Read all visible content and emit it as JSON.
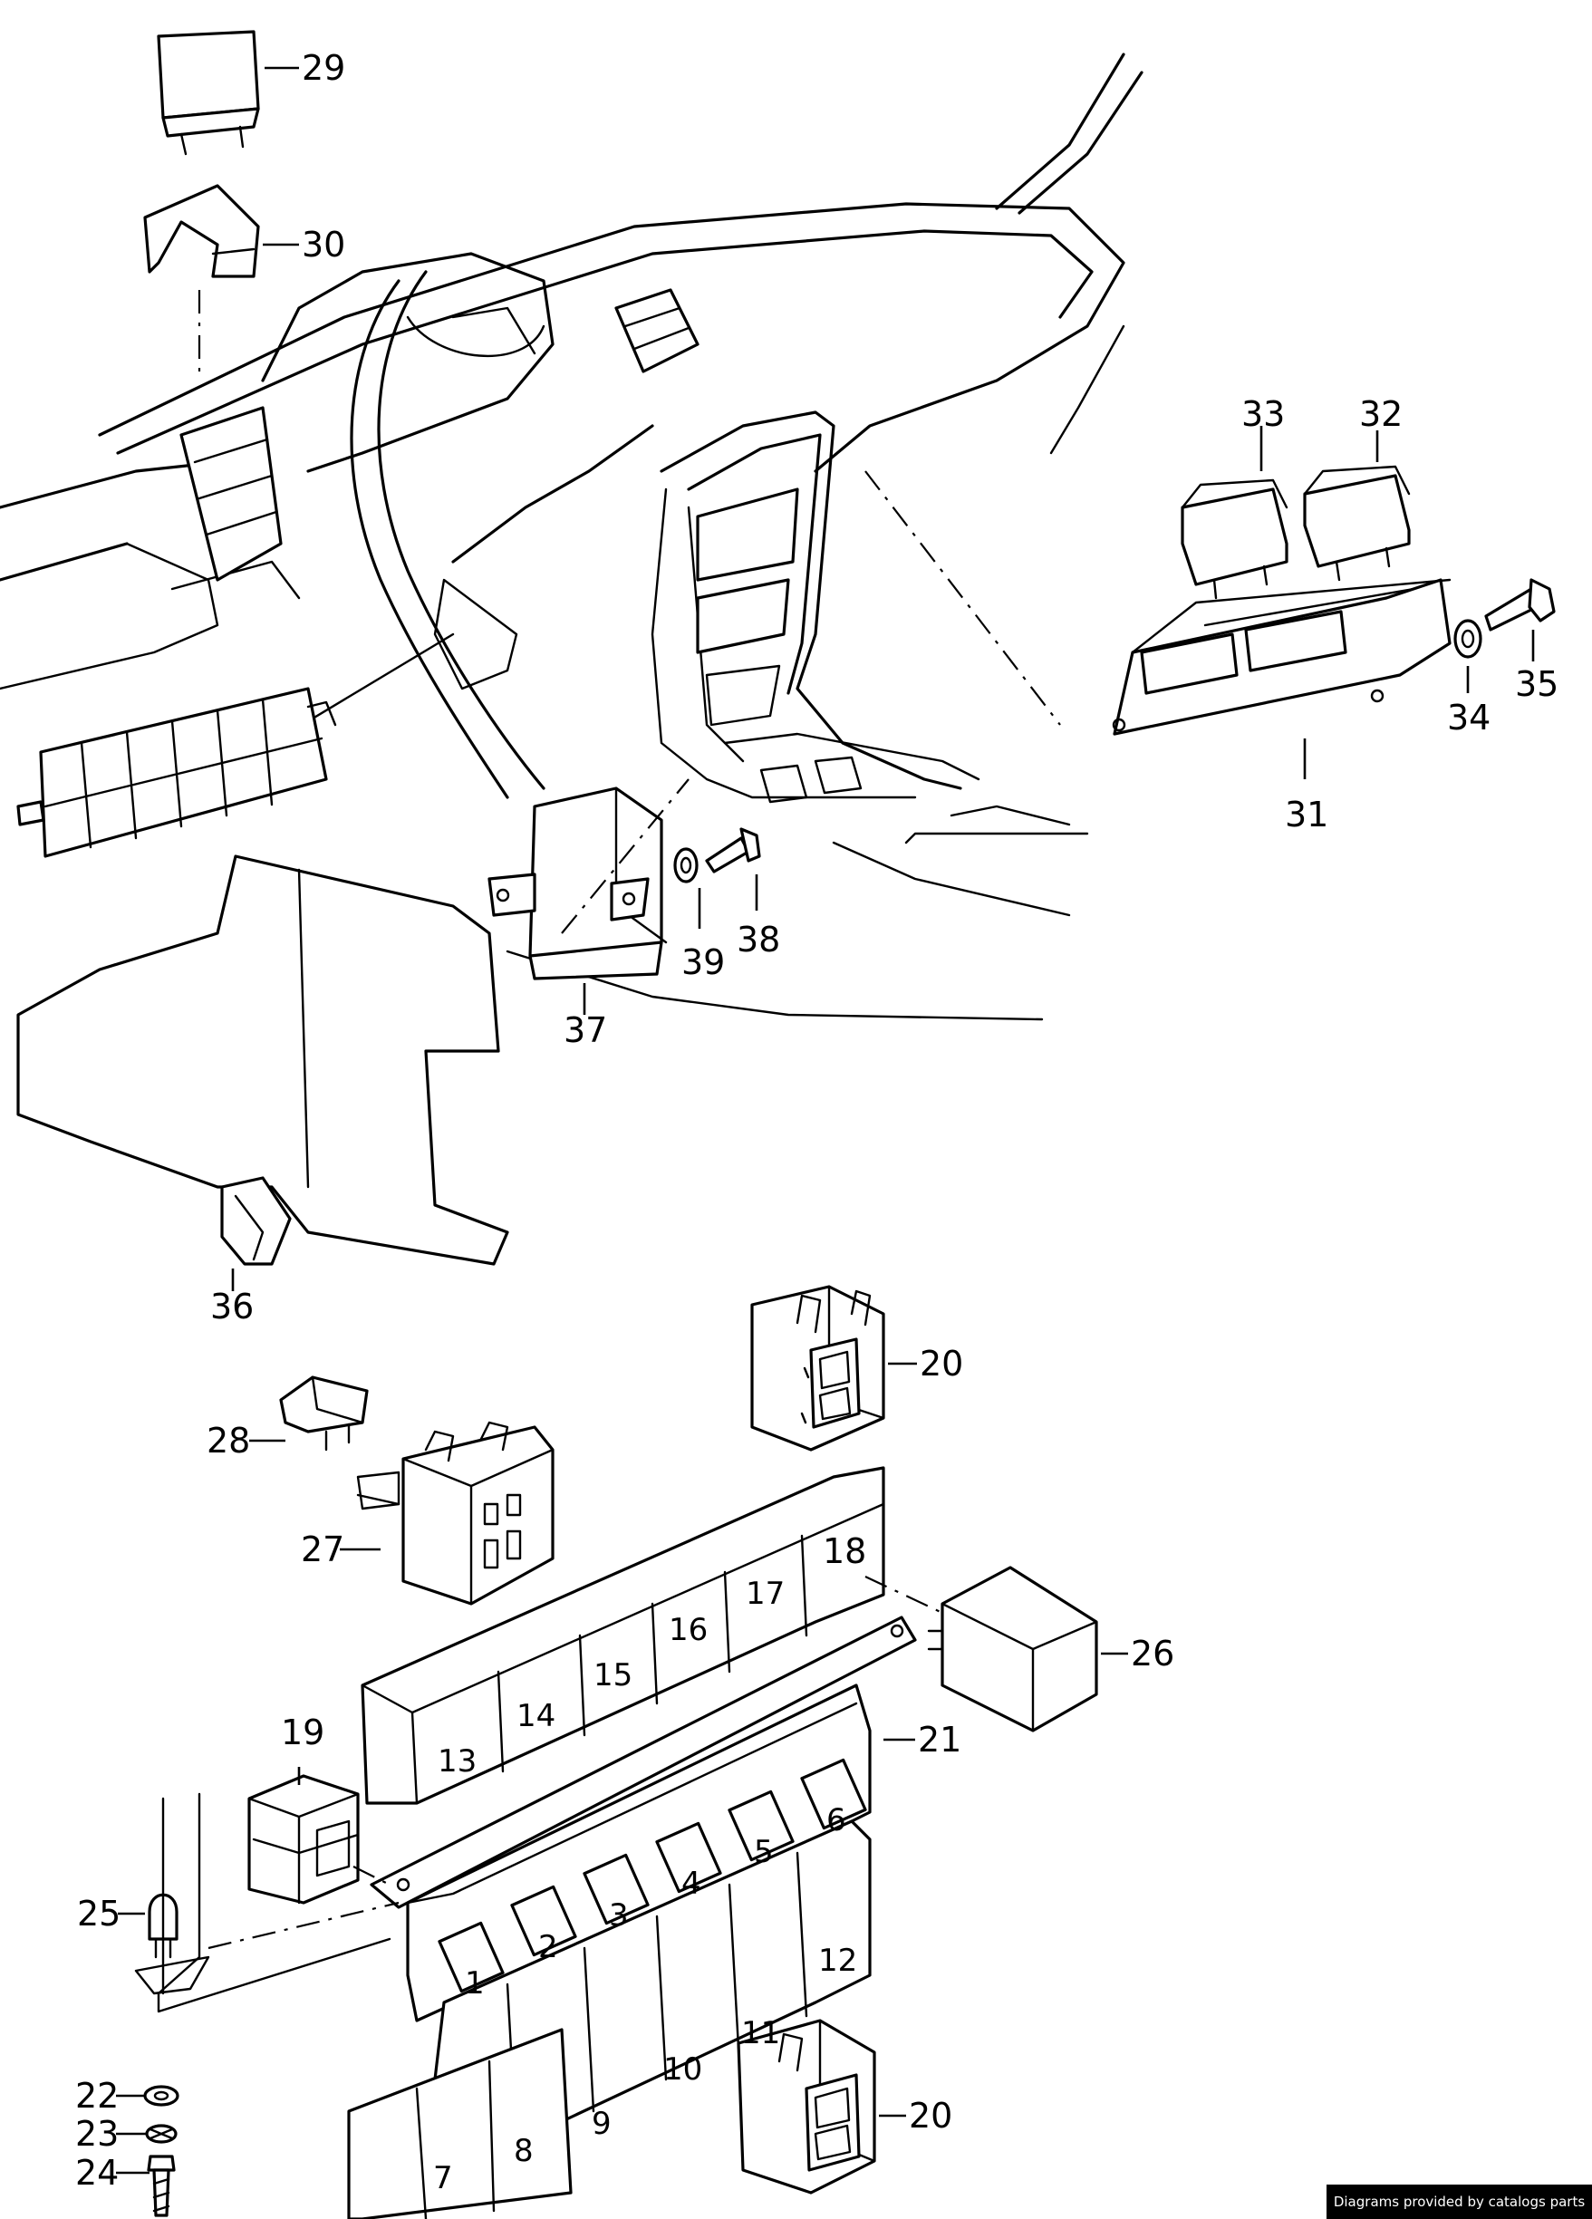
{
  "callouts": [
    {
      "id": "29",
      "label": "29"
    },
    {
      "id": "30",
      "label": "30"
    },
    {
      "id": "33",
      "label": "33"
    },
    {
      "id": "32",
      "label": "32"
    },
    {
      "id": "35",
      "label": "35"
    },
    {
      "id": "34",
      "label": "34"
    },
    {
      "id": "31",
      "label": "31"
    },
    {
      "id": "39",
      "label": "39"
    },
    {
      "id": "38",
      "label": "38"
    },
    {
      "id": "37",
      "label": "37"
    },
    {
      "id": "36",
      "label": "36"
    },
    {
      "id": "20a",
      "label": "20"
    },
    {
      "id": "28",
      "label": "28"
    },
    {
      "id": "27",
      "label": "27"
    },
    {
      "id": "18",
      "label": "18"
    },
    {
      "id": "26",
      "label": "26"
    },
    {
      "id": "21",
      "label": "21"
    },
    {
      "id": "19",
      "label": "19"
    },
    {
      "id": "25",
      "label": "25"
    },
    {
      "id": "22",
      "label": "22"
    },
    {
      "id": "23",
      "label": "23"
    },
    {
      "id": "24",
      "label": "24"
    },
    {
      "id": "20b",
      "label": "20"
    }
  ],
  "fuse_positions": [
    "1",
    "2",
    "3",
    "4",
    "5",
    "6",
    "7",
    "8",
    "9",
    "10",
    "11",
    "12",
    "13",
    "14",
    "15",
    "16",
    "17"
  ],
  "credit": "Diagrams provided by catalogs parts"
}
